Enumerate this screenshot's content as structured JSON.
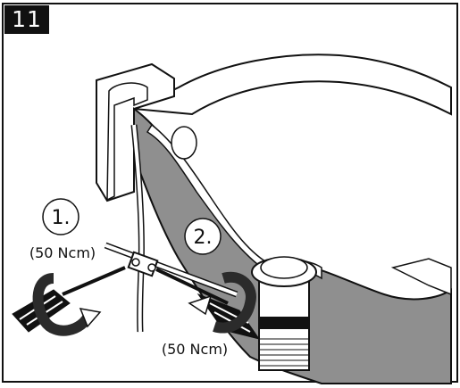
{
  "step": {
    "number": "11"
  },
  "callouts": [
    {
      "label": "1.",
      "torque": "(50 Ncm)"
    },
    {
      "label": "2.",
      "torque": "(50 Ncm)"
    }
  ],
  "colors": {
    "ink": "#111111",
    "shade": "#8f8f8f",
    "dark_shade": "#2b2b2b",
    "paper": "#ffffff"
  }
}
